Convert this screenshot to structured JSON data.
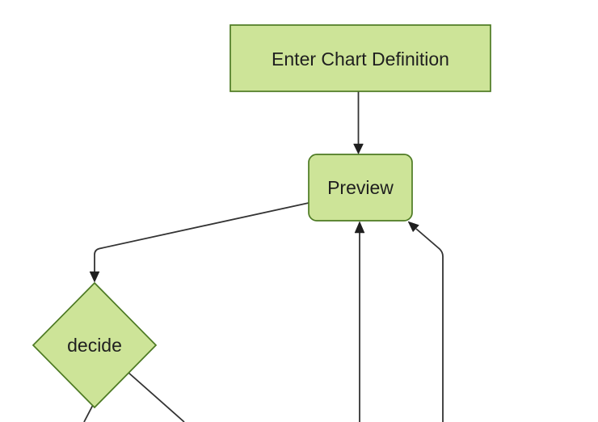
{
  "diagram": {
    "type": "flowchart",
    "direction": "top-down",
    "nodes": [
      {
        "id": "A",
        "label": "Enter Chart Definition",
        "shape": "rectangle"
      },
      {
        "id": "B",
        "label": "Preview",
        "shape": "rounded-rectangle"
      },
      {
        "id": "C",
        "label": "decide",
        "shape": "diamond"
      }
    ],
    "edges": [
      {
        "from": "Enter Chart Definition",
        "to": "Preview",
        "arrow": true
      },
      {
        "from": "Preview",
        "to": "decide",
        "arrow": true
      },
      {
        "from": "decide",
        "to": "offscreen-bottom-left",
        "arrow": false
      },
      {
        "from": "decide",
        "to": "offscreen-bottom-right",
        "arrow": false
      },
      {
        "from": "offscreen-bottom",
        "to": "Preview",
        "arrow": true
      },
      {
        "from": "offscreen-bottom-right",
        "to": "Preview",
        "arrow": true
      }
    ],
    "colors": {
      "background": "#ffffff",
      "node_fill": "#cde498",
      "node_border": "#4d7a23",
      "edge": "#333333",
      "arrowhead": "#1f1f1f",
      "text": "#1f1f1f"
    }
  }
}
